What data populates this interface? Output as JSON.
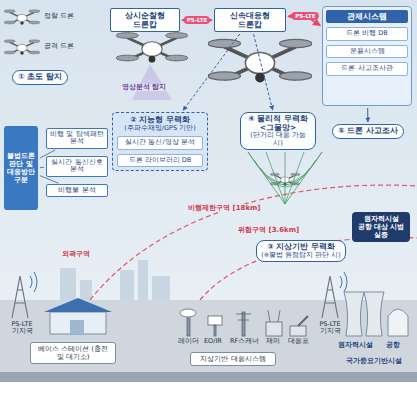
{
  "diagram": {
    "nodes": [
      {
        "text": [
          "상시순찰형 드론캅"
        ]
      },
      {
        "text": [
          "신속대응형 드론캅"
        ]
      },
      {
        "text": [
          "관제시스템"
        ]
      },
      {
        "text": [
          "드론 비행 DB"
        ],
        "in": 2
      },
      {
        "text": [
          "운용시스템"
        ],
        "in": 2
      },
      {
        "text": [
          "드론 사고조사관"
        ],
        "in": 2
      },
      {
        "text": [
          "⑤ 드론 사고조사"
        ]
      },
      {
        "text": [
          "① 초도 탐지"
        ]
      },
      {
        "text": [
          "불법드론 판단 및 대응방안 구분"
        ]
      },
      {
        "text": [
          "비행 및 탐색패턴 분석"
        ]
      },
      {
        "text": [
          "실시간 통신신호 분석"
        ]
      },
      {
        "text": [
          "비행물 분석"
        ]
      },
      {
        "text": [
          "② 지능형 무력화",
          "(주파수재밍/GPS 기만)"
        ]
      },
      {
        "text": [
          "실시간 통신/영상 분석"
        ],
        "in": 12
      },
      {
        "text": [
          "드론 라이브러리 DB"
        ],
        "in": 12
      },
      {
        "text": [
          "④ 물리적 무력화 <그물망>",
          "(단거리 대응 가능 시)"
        ]
      },
      {
        "text": [
          "③ 지상기반 무력화",
          "(※불법 원점탐지 판단 시)"
        ]
      },
      {
        "text": [
          "원자력시설 공항 대상 시범 실증"
        ]
      },
      {
        "text": [
          "베이스 스테이션 (충전 및 대기소)"
        ]
      },
      {
        "text": [
          "지상기반 대응시스템"
        ]
      }
    ],
    "edges": [
      {
        "from": 0,
        "to": 1,
        "label": "PS-LTE",
        "arrow": "both"
      },
      {
        "from": 1,
        "to": 2,
        "label": "PS-LTE",
        "arrow": "both"
      },
      {
        "from": 2,
        "to": 6,
        "arrow": "to"
      },
      {
        "from": 8,
        "to": 9,
        "arrow": "none"
      },
      {
        "from": 8,
        "to": 10,
        "arrow": "none"
      },
      {
        "from": 8,
        "to": 11,
        "arrow": "none"
      },
      {
        "from": 1,
        "to": 15,
        "arrow": "to"
      },
      {
        "from": 1,
        "to": 12,
        "arrow": "to"
      }
    ],
    "labels": [
      "정찰 드론",
      "공격 드론",
      "영상분석 탐지",
      "외곽구역",
      "비행제한구역 [18km]",
      "위험구역 [3.6km]",
      "PS-LTE 기지국",
      "PS-LTE 기지국",
      "레이더",
      "EO/IR",
      "RF스캐너",
      "재머",
      "대응포",
      "원자력시설",
      "공항",
      "국가중요기반시설"
    ]
  }
}
